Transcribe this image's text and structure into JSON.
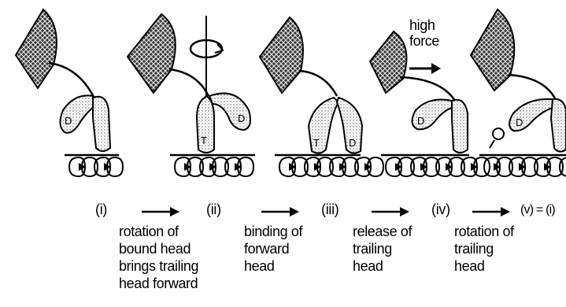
{
  "stage_labels": [
    "(i)",
    "(ii)",
    "(iii)",
    "(iv)",
    "(v) = (i)"
  ],
  "steps": [
    "rotation of\nbound head\nbrings trailing\nhead forward",
    "binding of\nforward\nhead",
    "release of\ntrailing\nhead",
    "rotation of\ntrailing\nhead"
  ],
  "force_label": "high\nforce",
  "head_letters": {
    "ii_bound": "T",
    "ii_free": "D",
    "iii_trailing": "T",
    "iii_forward": "D",
    "iv_free": "D",
    "v_free": "D"
  }
}
